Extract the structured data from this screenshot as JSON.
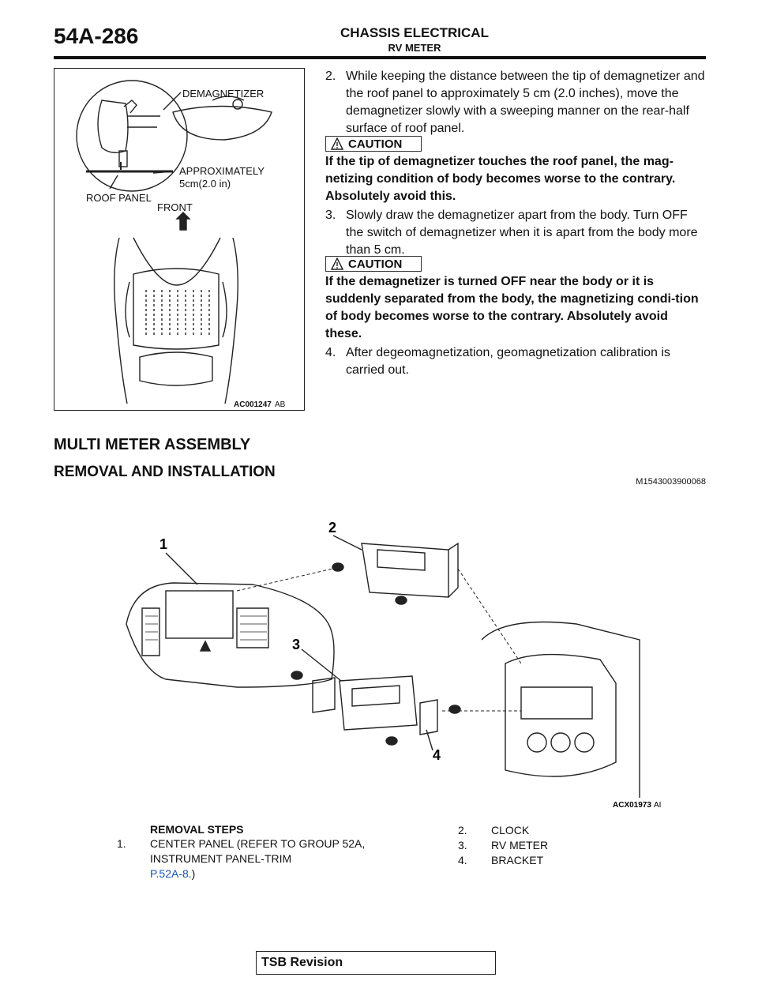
{
  "header": {
    "page_number": "54A-286",
    "title": "CHASSIS ELECTRICAL",
    "subtitle": "RV METER"
  },
  "figure1": {
    "labels": {
      "demagnetizer": "DEMAGNETIZER",
      "approx": "APPROXIMATELY",
      "distance": "5cm(2.0 in)",
      "roof_panel": "ROOF PANEL",
      "front": "FRONT"
    },
    "code": "AC001247",
    "code_suffix": "AB"
  },
  "steps": [
    {
      "num": "2.",
      "text": "While keeping the distance between the tip of demagnetizer and the roof panel to approximately 5 cm (2.0 inches), move the demagnetizer slowly with a sweeping manner on the rear-half surface of roof panel."
    },
    {
      "num": "3.",
      "text": "Slowly draw the demagnetizer apart from the body. Turn OFF the switch of demagnetizer when it is apart from the body more than 5 cm."
    },
    {
      "num": "4.",
      "text": "After degeomagnetization, geomagnetization calibration is carried out."
    }
  ],
  "cautions": [
    {
      "label": "CAUTION",
      "text": "If the tip of demagnetizer touches the roof panel, the mag-netizing condition of body becomes worse to the contrary. Absolutely avoid this."
    },
    {
      "label": "CAUTION",
      "text": "If the demagnetizer is turned OFF near the body or it is suddenly separated from the body, the magnetizing condi-tion of body becomes worse to the contrary. Absolutely avoid these."
    }
  ],
  "section": {
    "title": "MULTI METER ASSEMBLY",
    "subtitle": "REMOVAL AND INSTALLATION",
    "ref_code": "M1543003900068"
  },
  "figure2": {
    "callouts": [
      "1",
      "2",
      "3",
      "4"
    ],
    "code": "ACX01973",
    "code_suffix": "AI"
  },
  "removal": {
    "heading": "REMOVAL STEPS",
    "items": [
      {
        "num": "1.",
        "text": "CENTER PANEL (REFER TO GROUP 52A, INSTRUMENT PANEL-TRIM",
        "link": "P.52A-8.",
        "tail": ")"
      },
      {
        "num": "2.",
        "text": "CLOCK"
      },
      {
        "num": "3.",
        "text": "RV METER"
      },
      {
        "num": "4.",
        "text": "BRACKET"
      }
    ]
  },
  "footer": {
    "label": "TSB Revision"
  }
}
